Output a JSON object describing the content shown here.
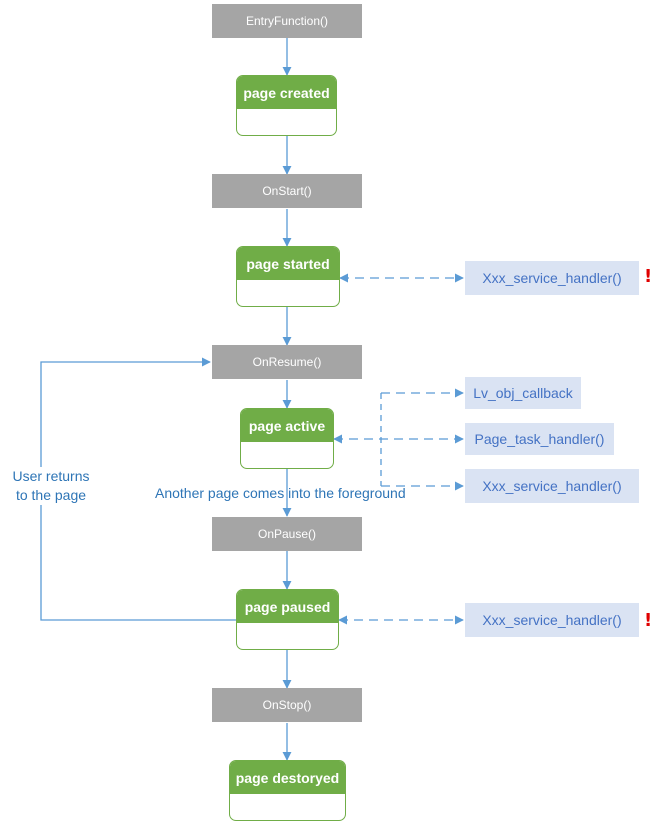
{
  "functions": {
    "entry": "EntryFunction()",
    "onstart": "OnStart()",
    "onresume": "OnResume()",
    "onpause": "OnPause()",
    "onstop": "OnStop()"
  },
  "states": {
    "created": "page created",
    "started": "page started",
    "active": "page active",
    "paused": "page paused",
    "destroyed": "page destoryed"
  },
  "handlers": {
    "started_service": "Xxx_service_handler()",
    "obj_callback": "Lv_obj_callback",
    "task_handler": "Page_task_handler()",
    "active_service": "Xxx_service_handler()",
    "paused_service": "Xxx_service_handler()"
  },
  "labels": {
    "user_returns": "User returns to the page",
    "another_page": "Another page comes into the foreground"
  },
  "markers": {
    "exclamation": "!"
  },
  "colors": {
    "function_box": "#a5a5a5",
    "state_green": "#70ad47",
    "handler_fill": "#dae3f3",
    "handler_text": "#4472c4",
    "arrow": "#5b9bd5",
    "warning": "#e00000"
  }
}
